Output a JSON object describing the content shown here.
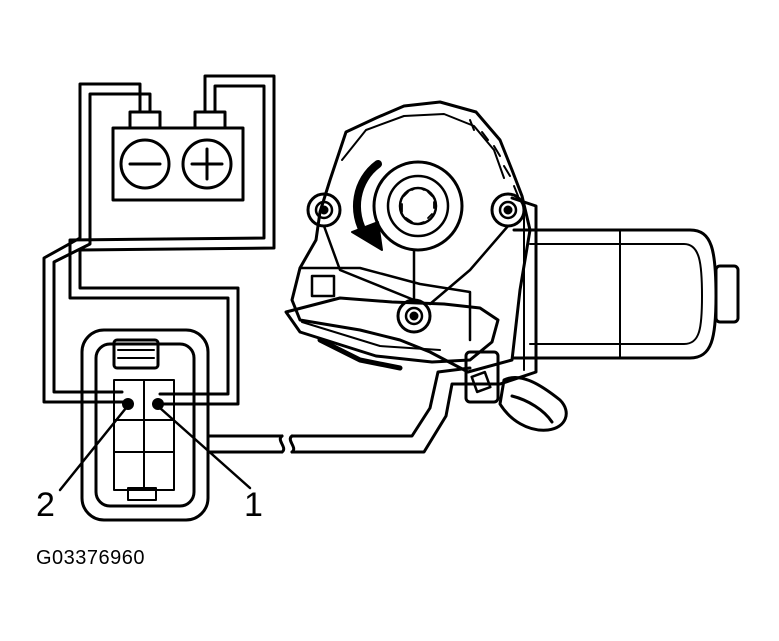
{
  "figure": {
    "id": "G03376960",
    "terminal_labels": {
      "terminal_2": "2",
      "terminal_1": "1"
    },
    "rotation_direction": "counterclockwise",
    "line_color": "#000000",
    "background_color": "#ffffff"
  }
}
